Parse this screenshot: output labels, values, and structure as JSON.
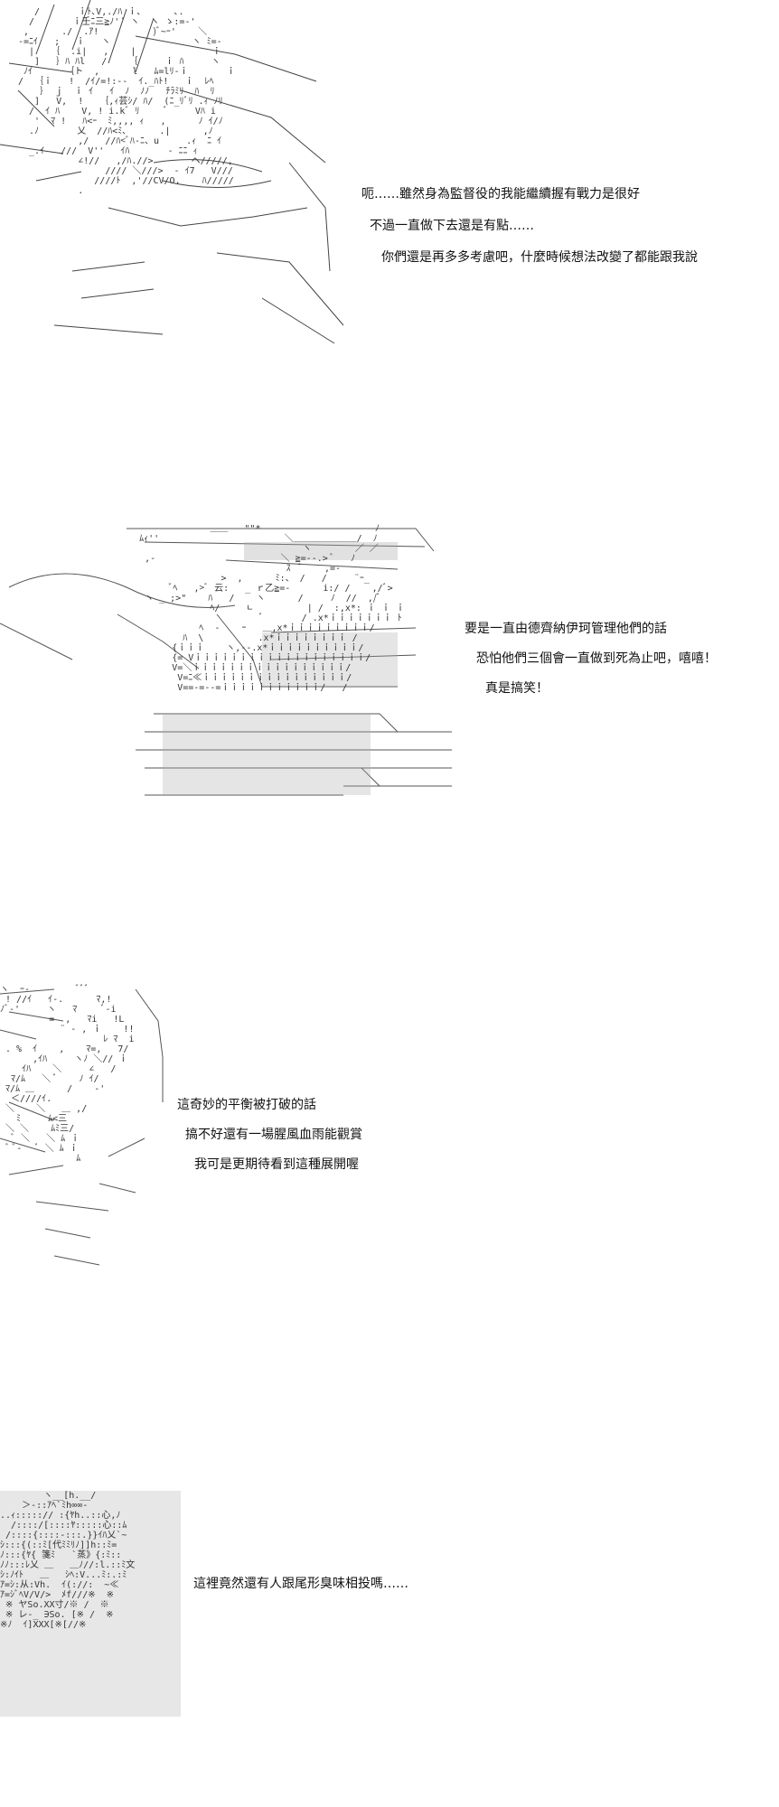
{
  "panels": [
    {
      "lines": [
        "呃……雖然身為監督役的我能繼續握有戰力是很好",
        "不過一直做下去還是有點……",
        "你們還是再多多考慮吧，什麼時候想法改變了都能跟我說"
      ]
    },
    {
      "lines": [
        "要是一直由德齊納伊珂管理他們的話",
        "恐怕他們三個會一直做到死為止吧，嘻嘻！",
        "真是搞笑！"
      ]
    },
    {
      "lines": [
        "這奇妙的平衡被打破的話",
        "搞不好還有一場腥風血雨能觀賞",
        "我可是更期待看到這種展開喔"
      ]
    },
    {
      "lines": [
        "這裡竟然還有人跟尾形臭味相投嗎……"
      ]
    }
  ]
}
